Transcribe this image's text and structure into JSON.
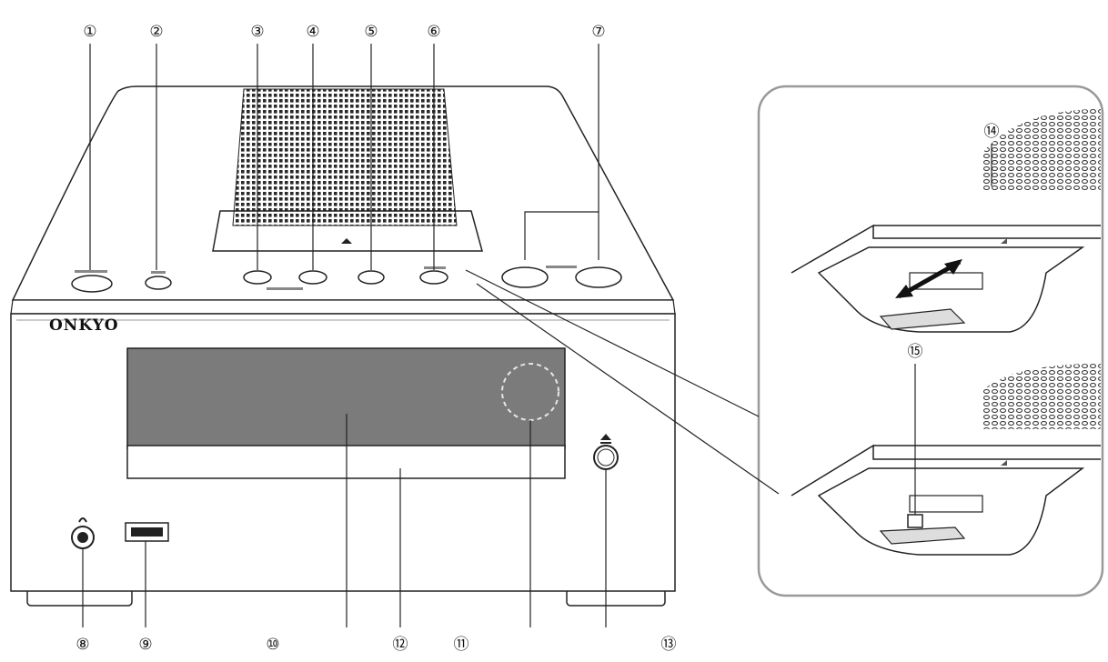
{
  "brand": "ONKYO",
  "callouts": [
    {
      "id": "1",
      "label": "①"
    },
    {
      "id": "2",
      "label": "②"
    },
    {
      "id": "3",
      "label": "③"
    },
    {
      "id": "4",
      "label": "④"
    },
    {
      "id": "5",
      "label": "⑤"
    },
    {
      "id": "6",
      "label": "⑥"
    },
    {
      "id": "7",
      "label": "⑦"
    },
    {
      "id": "8",
      "label": "⑧"
    },
    {
      "id": "9",
      "label": "⑨"
    },
    {
      "id": "10",
      "label": "⑩"
    },
    {
      "id": "11",
      "label": "⑪"
    },
    {
      "id": "12",
      "label": "⑫"
    },
    {
      "id": "13",
      "label": "⑬"
    },
    {
      "id": "14",
      "label": "⑭"
    },
    {
      "id": "15",
      "label": "⑮"
    }
  ]
}
